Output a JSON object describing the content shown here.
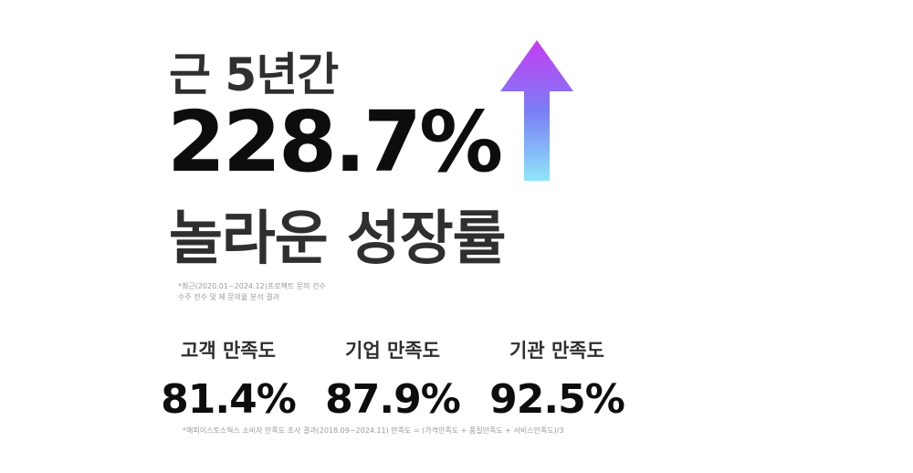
{
  "headline": {
    "sub": "근 5년간",
    "main": "228.7%",
    "tag": "놀라운 성장률"
  },
  "arrow": {
    "icon": "up-arrow-icon",
    "color_top": "#c63cf2",
    "color_mid": "#7a7df5",
    "color_bottom": "#8ee6fb"
  },
  "note_top": {
    "line1": "*최근(2020.01~2024.12)프로젝트 문의 건수",
    "line2": "수주 전수 및 제 문의율 분석 결과"
  },
  "stats": [
    {
      "label": "고객 만족도",
      "value": "81.4%"
    },
    {
      "label": "기업 만족도",
      "value": "87.9%"
    },
    {
      "label": "기관 만족도",
      "value": "92.5%"
    }
  ],
  "note_bottom": "*해피이스토스웍스 소비자 만족도 조사 결과(2018.09~2024.11) 만족도 = (가격만족도 + 품질만족도 + 서비스만족도)/3"
}
